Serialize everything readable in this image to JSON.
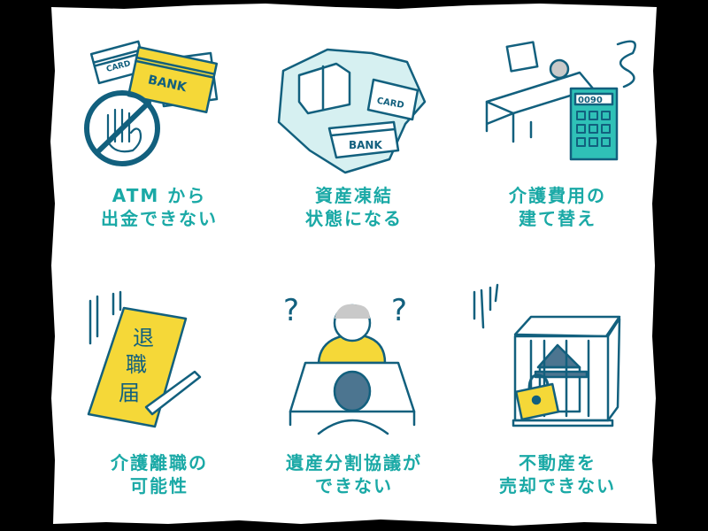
{
  "colors": {
    "background": "#000000",
    "paper": "#ffffff",
    "accent_text": "#1aa9a6",
    "line": "#12607e",
    "yellow": "#f5d838",
    "ice": "#d6f0f1",
    "teal_fill": "#2fc1b7",
    "hair_gray": "#c9c9c9",
    "dark_head": "#4c7590"
  },
  "items": [
    {
      "id": "atm",
      "icon": "no-atm-cards-icon",
      "caption": [
        "ATM から",
        "出金できない"
      ],
      "illustration_text": {
        "card": "CARD",
        "bank": "BANK"
      }
    },
    {
      "id": "frozen",
      "icon": "frozen-assets-icon",
      "caption": [
        "資産凍結",
        "状態になる"
      ],
      "illustration_text": {
        "card": "CARD",
        "bank": "BANK"
      }
    },
    {
      "id": "care-cost",
      "icon": "bed-calculator-icon",
      "caption": [
        "介護費用の",
        "建て替え"
      ],
      "illustration_text": {
        "display": "0090"
      }
    },
    {
      "id": "resign",
      "icon": "resignation-letter-icon",
      "caption": [
        "介護離職の",
        "可能性"
      ],
      "illustration_text": {
        "letter": [
          "退",
          "職",
          "届"
        ]
      }
    },
    {
      "id": "inheritance",
      "icon": "confused-meeting-icon",
      "caption": [
        "遺産分割協議が",
        "できない"
      ],
      "illustration_text": {
        "marks": [
          "?",
          "?"
        ]
      }
    },
    {
      "id": "real-estate",
      "icon": "locked-house-icon",
      "caption": [
        "不動産を",
        "売却できない"
      ],
      "illustration_text": {}
    }
  ]
}
